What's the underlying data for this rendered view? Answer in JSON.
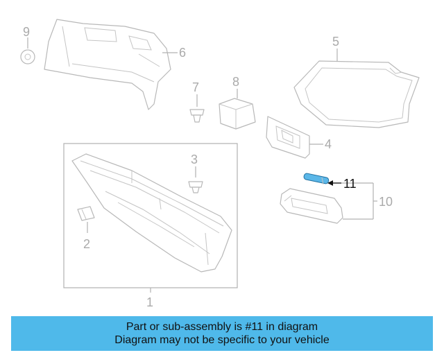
{
  "callouts": {
    "c1": "1",
    "c2": "2",
    "c3": "3",
    "c4": "4",
    "c5": "5",
    "c6": "6",
    "c7": "7",
    "c8": "8",
    "c9": "9",
    "c10": "10",
    "c11": "11"
  },
  "highlighted_part": "11",
  "colors": {
    "highlight": "#5bb7e8",
    "banner": "#4fb9ea",
    "part_outline": "#b8b8b8"
  },
  "banner": {
    "line1": "Part or sub-assembly is #11 in diagram",
    "line2": "Diagram may not be specific to your vehicle"
  }
}
